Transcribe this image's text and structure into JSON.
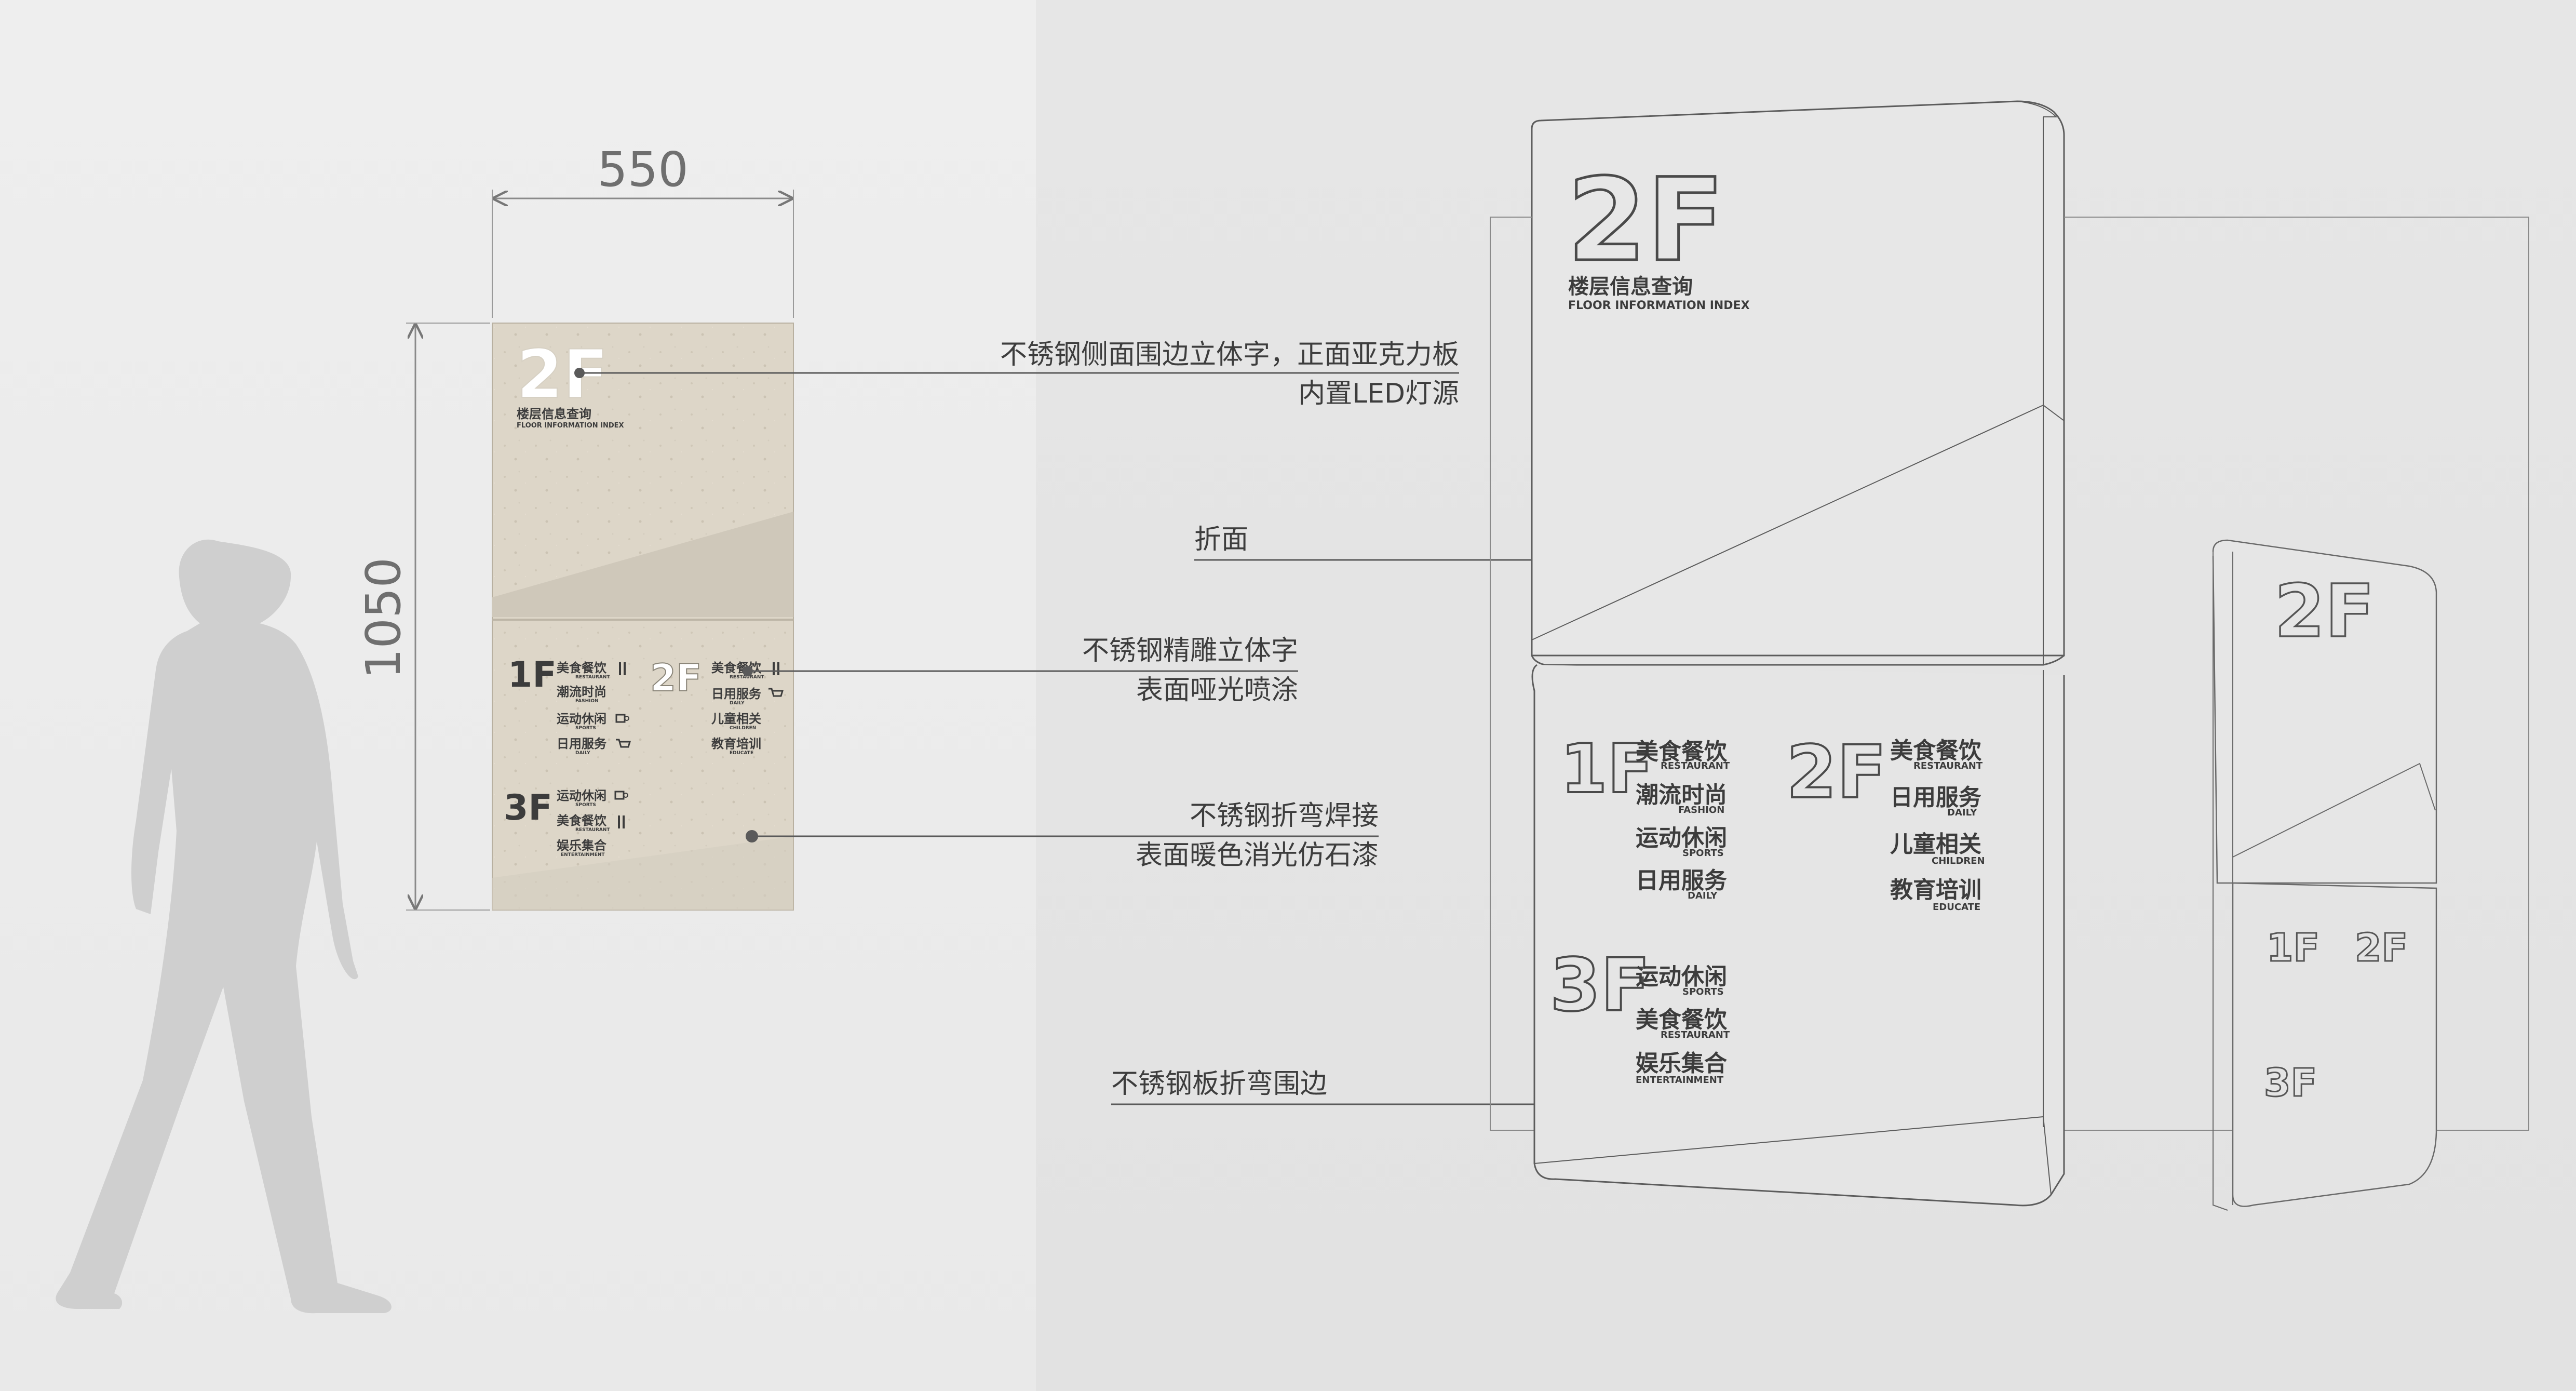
{
  "dimensions": {
    "width": "550",
    "height": "1050"
  },
  "sign": {
    "floor": "2F",
    "title_cn": "楼层信息查询",
    "title_en": "FLOOR INFORMATION INDEX",
    "directory": {
      "floor_1": {
        "label": "1F",
        "items": [
          {
            "cn": "美食餐饮",
            "en": "RESTAURANT",
            "icon": "utensils-icon"
          },
          {
            "cn": "潮流时尚",
            "en": "FASHION",
            "icon": ""
          },
          {
            "cn": "运动休闲",
            "en": "SPORTS",
            "icon": "coffee-cup-icon"
          },
          {
            "cn": "日用服务",
            "en": "DAILY",
            "icon": "cart-icon"
          }
        ]
      },
      "floor_2": {
        "label": "2F",
        "items": [
          {
            "cn": "美食餐饮",
            "en": "RESTAURANT",
            "icon": "utensils-icon"
          },
          {
            "cn": "日用服务",
            "en": "DAILY",
            "icon": "cart-icon"
          },
          {
            "cn": "儿童相关",
            "en": "CHILDREN",
            "icon": ""
          },
          {
            "cn": "教育培训",
            "en": "EDUCATE",
            "icon": ""
          }
        ]
      },
      "floor_3": {
        "label": "3F",
        "items": [
          {
            "cn": "运动休闲",
            "en": "SPORTS",
            "icon": "coffee-cup-icon"
          },
          {
            "cn": "美食餐饮",
            "en": "RESTAURANT",
            "icon": "utensils-icon"
          },
          {
            "cn": "娱乐集合",
            "en": "ENTERTAINMENT",
            "icon": ""
          }
        ]
      }
    }
  },
  "callouts": {
    "c1": {
      "line1": "不锈钢侧面围边立体字，正面亚克力板",
      "line2": "内置LED灯源"
    },
    "c2": {
      "line1": "折面"
    },
    "c3": {
      "line1": "不锈钢精雕立体字",
      "line2": "表面哑光喷涂"
    },
    "c4": {
      "line1": "不锈钢折弯焊接",
      "line2": "表面暖色消光仿石漆"
    },
    "c5": {
      "line1": "不锈钢板折弯围边"
    }
  },
  "colors": {
    "stone": "#ddd6c8",
    "stone_dark": "#c9c2b4",
    "line": "#5a5a5a",
    "silhouette": "#cfcfcf",
    "sketch": "#5c5c5c"
  }
}
